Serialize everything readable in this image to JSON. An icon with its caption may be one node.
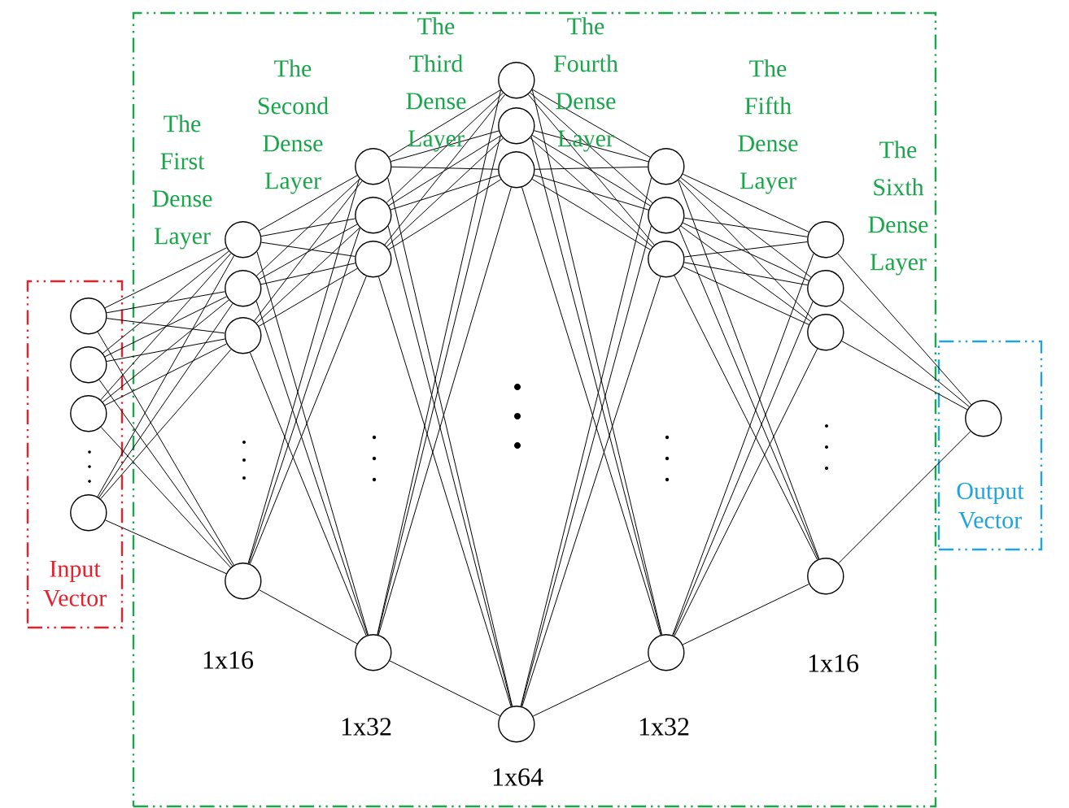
{
  "diagram": {
    "nodes": [
      {
        "text": [
          "Input Vector"
        ]
      },
      {
        "text": [],
        "shape": "circle",
        "in": 0
      },
      {
        "text": [],
        "shape": "circle",
        "in": 0
      },
      {
        "text": [],
        "shape": "circle",
        "in": 0
      },
      {
        "text": [],
        "shape": "circle",
        "in": 0
      },
      {
        "text": [],
        "shape": "box"
      },
      {
        "text": [],
        "shape": "circle",
        "in": 5
      },
      {
        "text": [],
        "shape": "circle",
        "in": 5
      },
      {
        "text": [],
        "shape": "circle",
        "in": 5
      },
      {
        "text": [],
        "shape": "circle",
        "in": 5
      },
      {
        "text": [],
        "shape": "circle",
        "in": 5
      },
      {
        "text": [],
        "shape": "circle",
        "in": 5
      },
      {
        "text": [],
        "shape": "circle",
        "in": 5
      },
      {
        "text": [],
        "shape": "circle",
        "in": 5
      },
      {
        "text": [],
        "shape": "circle",
        "in": 5
      },
      {
        "text": [],
        "shape": "circle",
        "in": 5
      },
      {
        "text": [],
        "shape": "circle",
        "in": 5
      },
      {
        "text": [],
        "shape": "circle",
        "in": 5
      },
      {
        "text": [],
        "shape": "circle",
        "in": 5
      },
      {
        "text": [],
        "shape": "circle",
        "in": 5
      },
      {
        "text": [],
        "shape": "circle",
        "in": 5
      },
      {
        "text": [],
        "shape": "circle",
        "in": 5
      },
      {
        "text": [],
        "shape": "circle",
        "in": 5
      },
      {
        "text": [],
        "shape": "circle",
        "in": 5
      },
      {
        "text": [],
        "shape": "circle",
        "in": 5
      },
      {
        "text": [],
        "shape": "circle",
        "in": 5
      },
      {
        "text": [
          "Output Vector"
        ]
      },
      {
        "text": [],
        "shape": "circle",
        "in": 26
      }
    ],
    "edges": [
      {
        "from": 1,
        "to": 6,
        "arrow": "none"
      },
      {
        "from": 1,
        "to": 7,
        "arrow": "none"
      },
      {
        "from": 1,
        "to": 8,
        "arrow": "none"
      },
      {
        "from": 1,
        "to": 9,
        "arrow": "none"
      },
      {
        "from": 2,
        "to": 6,
        "arrow": "none"
      },
      {
        "from": 2,
        "to": 7,
        "arrow": "none"
      },
      {
        "from": 2,
        "to": 8,
        "arrow": "none"
      },
      {
        "from": 2,
        "to": 9,
        "arrow": "none"
      },
      {
        "from": 3,
        "to": 6,
        "arrow": "none"
      },
      {
        "from": 3,
        "to": 7,
        "arrow": "none"
      },
      {
        "from": 3,
        "to": 8,
        "arrow": "none"
      },
      {
        "from": 3,
        "to": 9,
        "arrow": "none"
      },
      {
        "from": 4,
        "to": 6,
        "arrow": "none"
      },
      {
        "from": 4,
        "to": 7,
        "arrow": "none"
      },
      {
        "from": 4,
        "to": 8,
        "arrow": "none"
      },
      {
        "from": 4,
        "to": 9,
        "arrow": "none"
      },
      {
        "from": 6,
        "to": 10,
        "arrow": "none"
      },
      {
        "from": 6,
        "to": 11,
        "arrow": "none"
      },
      {
        "from": 6,
        "to": 12,
        "arrow": "none"
      },
      {
        "from": 6,
        "to": 13,
        "arrow": "none"
      },
      {
        "from": 7,
        "to": 10,
        "arrow": "none"
      },
      {
        "from": 7,
        "to": 11,
        "arrow": "none"
      },
      {
        "from": 7,
        "to": 12,
        "arrow": "none"
      },
      {
        "from": 7,
        "to": 13,
        "arrow": "none"
      },
      {
        "from": 8,
        "to": 10,
        "arrow": "none"
      },
      {
        "from": 8,
        "to": 11,
        "arrow": "none"
      },
      {
        "from": 8,
        "to": 12,
        "arrow": "none"
      },
      {
        "from": 8,
        "to": 13,
        "arrow": "none"
      },
      {
        "from": 9,
        "to": 10,
        "arrow": "none"
      },
      {
        "from": 9,
        "to": 11,
        "arrow": "none"
      },
      {
        "from": 9,
        "to": 12,
        "arrow": "none"
      },
      {
        "from": 9,
        "to": 13,
        "arrow": "none"
      },
      {
        "from": 10,
        "to": 14,
        "arrow": "none"
      },
      {
        "from": 10,
        "to": 15,
        "arrow": "none"
      },
      {
        "from": 10,
        "to": 16,
        "arrow": "none"
      },
      {
        "from": 10,
        "to": 17,
        "arrow": "none"
      },
      {
        "from": 11,
        "to": 14,
        "arrow": "none"
      },
      {
        "from": 11,
        "to": 15,
        "arrow": "none"
      },
      {
        "from": 11,
        "to": 16,
        "arrow": "none"
      },
      {
        "from": 11,
        "to": 17,
        "arrow": "none"
      },
      {
        "from": 12,
        "to": 14,
        "arrow": "none"
      },
      {
        "from": 12,
        "to": 15,
        "arrow": "none"
      },
      {
        "from": 12,
        "to": 16,
        "arrow": "none"
      },
      {
        "from": 12,
        "to": 17,
        "arrow": "none"
      },
      {
        "from": 13,
        "to": 14,
        "arrow": "none"
      },
      {
        "from": 13,
        "to": 15,
        "arrow": "none"
      },
      {
        "from": 13,
        "to": 16,
        "arrow": "none"
      },
      {
        "from": 13,
        "to": 17,
        "arrow": "none"
      },
      {
        "from": 14,
        "to": 18,
        "arrow": "none"
      },
      {
        "from": 14,
        "to": 19,
        "arrow": "none"
      },
      {
        "from": 14,
        "to": 20,
        "arrow": "none"
      },
      {
        "from": 14,
        "to": 21,
        "arrow": "none"
      },
      {
        "from": 15,
        "to": 18,
        "arrow": "none"
      },
      {
        "from": 15,
        "to": 19,
        "arrow": "none"
      },
      {
        "from": 15,
        "to": 20,
        "arrow": "none"
      },
      {
        "from": 15,
        "to": 21,
        "arrow": "none"
      },
      {
        "from": 16,
        "to": 18,
        "arrow": "none"
      },
      {
        "from": 16,
        "to": 19,
        "arrow": "none"
      },
      {
        "from": 16,
        "to": 20,
        "arrow": "none"
      },
      {
        "from": 16,
        "to": 21,
        "arrow": "none"
      },
      {
        "from": 17,
        "to": 18,
        "arrow": "none"
      },
      {
        "from": 17,
        "to": 19,
        "arrow": "none"
      },
      {
        "from": 17,
        "to": 20,
        "arrow": "none"
      },
      {
        "from": 17,
        "to": 21,
        "arrow": "none"
      },
      {
        "from": 18,
        "to": 22,
        "arrow": "none"
      },
      {
        "from": 18,
        "to": 23,
        "arrow": "none"
      },
      {
        "from": 18,
        "to": 24,
        "arrow": "none"
      },
      {
        "from": 18,
        "to": 25,
        "arrow": "none"
      },
      {
        "from": 19,
        "to": 22,
        "arrow": "none"
      },
      {
        "from": 19,
        "to": 23,
        "arrow": "none"
      },
      {
        "from": 19,
        "to": 24,
        "arrow": "none"
      },
      {
        "from": 19,
        "to": 25,
        "arrow": "none"
      },
      {
        "from": 20,
        "to": 22,
        "arrow": "none"
      },
      {
        "from": 20,
        "to": 23,
        "arrow": "none"
      },
      {
        "from": 20,
        "to": 24,
        "arrow": "none"
      },
      {
        "from": 20,
        "to": 25,
        "arrow": "none"
      },
      {
        "from": 21,
        "to": 22,
        "arrow": "none"
      },
      {
        "from": 21,
        "to": 23,
        "arrow": "none"
      },
      {
        "from": 21,
        "to": 24,
        "arrow": "none"
      },
      {
        "from": 21,
        "to": 25,
        "arrow": "none"
      },
      {
        "from": 22,
        "to": 27,
        "arrow": "none"
      },
      {
        "from": 23,
        "to": 27,
        "arrow": "none"
      },
      {
        "from": 24,
        "to": 27,
        "arrow": "none"
      },
      {
        "from": 25,
        "to": 27,
        "arrow": "none"
      }
    ],
    "labels": [
      "The First Dense Layer",
      "The Second Dense Layer",
      "The Third Dense Layer",
      "The Fourth Dense Layer",
      "The Fifth Dense Layer",
      "The Sixth Dense Layer",
      "1x16",
      "1x32",
      "1x64",
      "1x32",
      "1x16"
    ]
  }
}
